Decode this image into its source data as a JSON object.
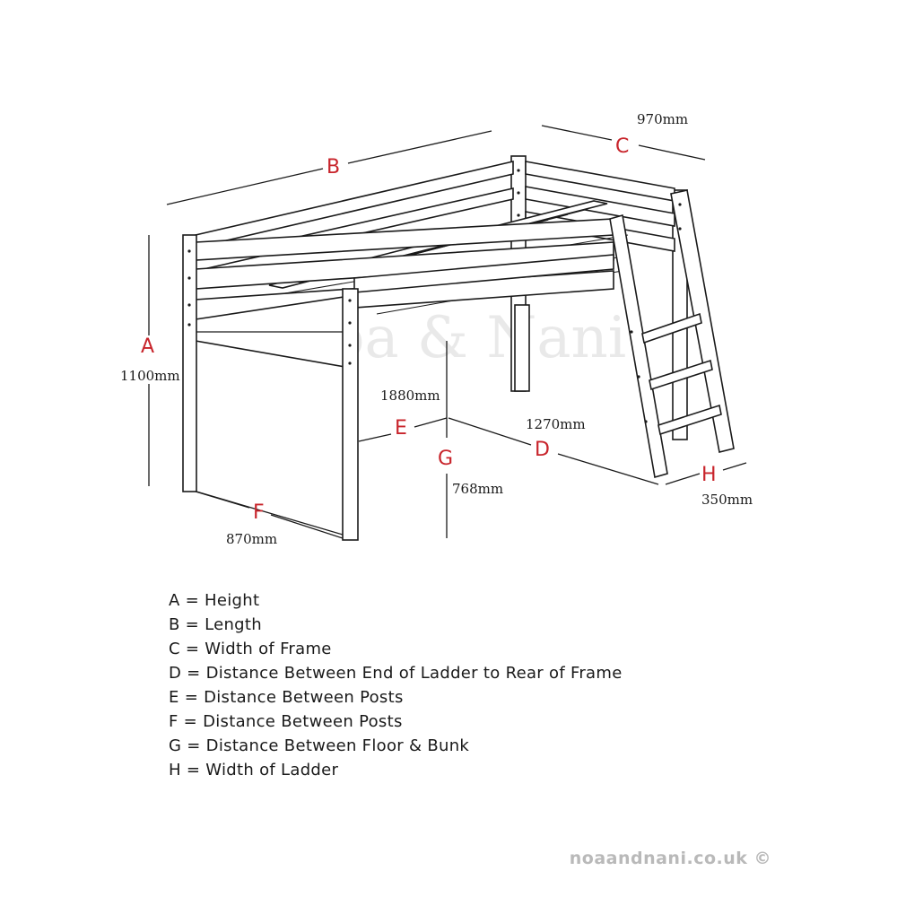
{
  "watermark": "Noa & Nani",
  "dimensions": {
    "A": {
      "letter": "A",
      "value": "1100mm"
    },
    "B": {
      "letter": "B",
      "value": ""
    },
    "C": {
      "letter": "C",
      "value": "970mm"
    },
    "D": {
      "letter": "D",
      "value": "1270mm"
    },
    "E": {
      "letter": "E",
      "value": "1880mm"
    },
    "F": {
      "letter": "F",
      "value": "870mm"
    },
    "G": {
      "letter": "G",
      "value": "768mm"
    },
    "H": {
      "letter": "H",
      "value": "350mm"
    }
  },
  "legend": [
    {
      "text": "A = Height"
    },
    {
      "text": "B = Length"
    },
    {
      "text": "C = Width of Frame"
    },
    {
      "text": "D = Distance Between End of Ladder to Rear of Frame"
    },
    {
      "text": "E = Distance Between Posts"
    },
    {
      "text": "F = Distance Between Posts"
    },
    {
      "text": "G = Distance Between Floor & Bunk"
    },
    {
      "text": "H = Width of Ladder"
    }
  ],
  "credit": "noaandnani.co.uk ©",
  "colors": {
    "letters": "#c8242b",
    "lines": "#1a1a1a",
    "credit": "#b9b9b9"
  }
}
